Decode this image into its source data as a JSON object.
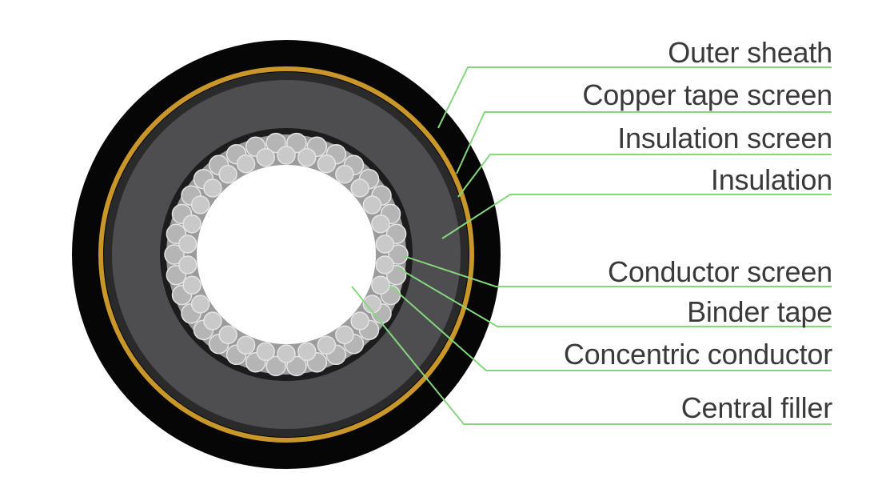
{
  "diagram": {
    "labels": [
      "Outer sheath",
      "Copper tape screen",
      "Insulation screen",
      "Insulation",
      "Conductor screen",
      "Binder tape",
      "Concentric conductor",
      "Central filler"
    ]
  },
  "colors": {
    "outer_sheath": "#060606",
    "copper_tape": "#c9962a",
    "insulation_screen": "#2a2a2a",
    "insulation": "#4e4e50",
    "conductor_screen": "#1c1c1c",
    "strands": "#bdbdbd",
    "filler": "#ffffff",
    "leader_lines": "#86d67f",
    "text": "#3a3a3a"
  }
}
